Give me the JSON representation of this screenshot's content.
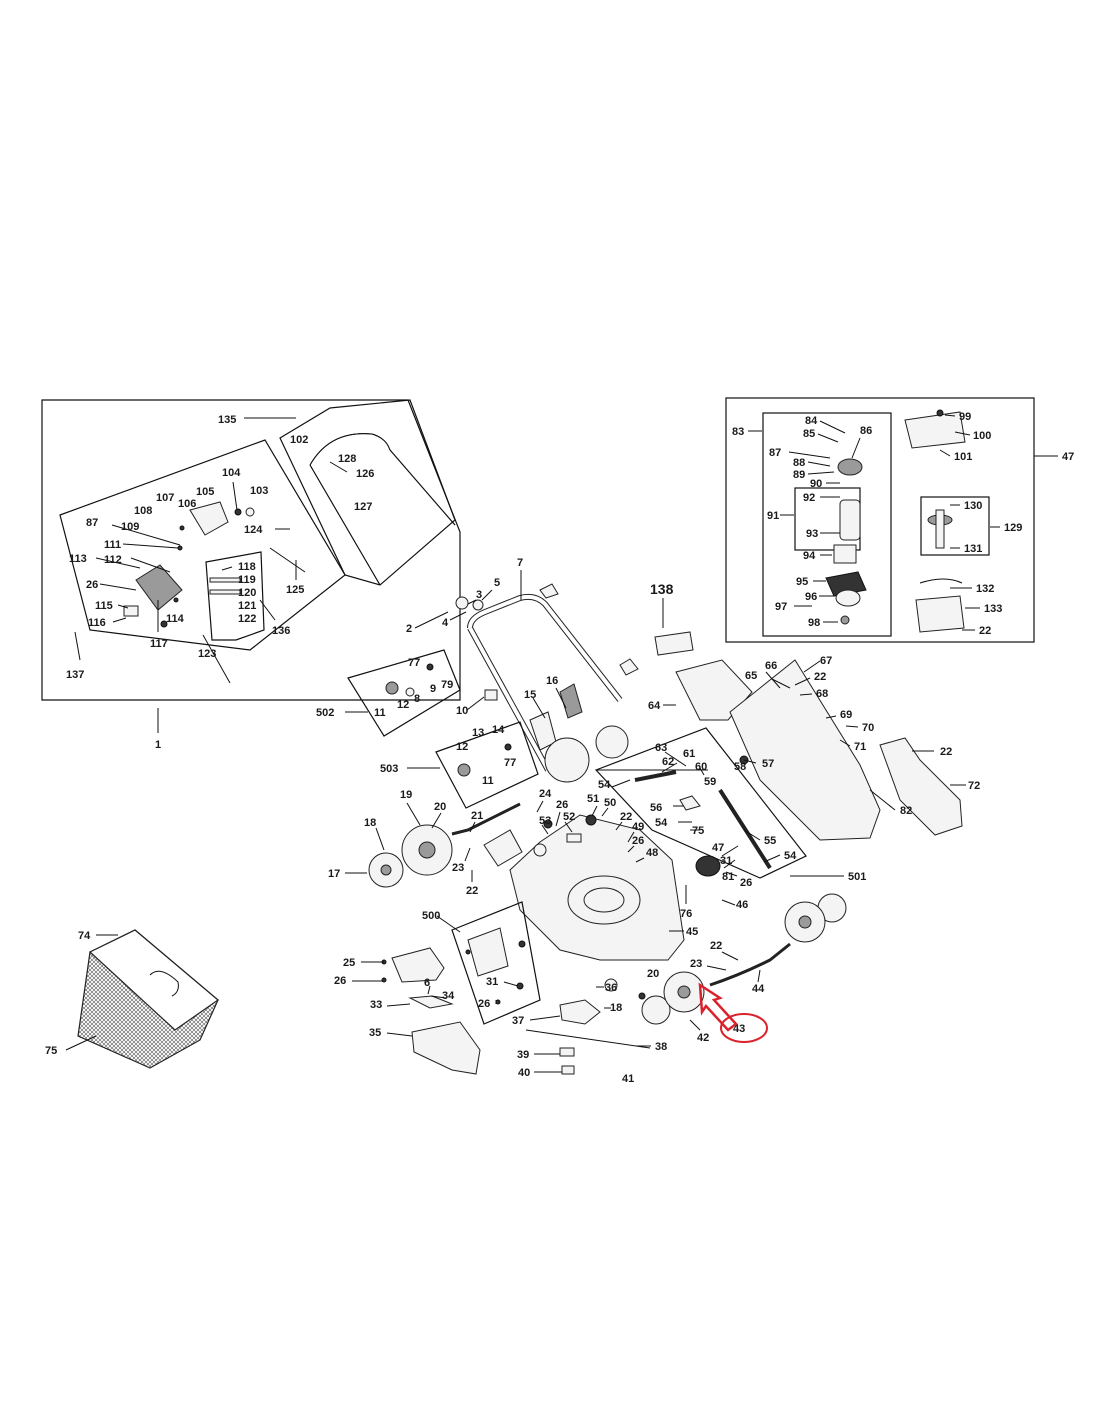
{
  "diagram": {
    "highlight_color": "#d9222b",
    "labels": {
      "l135": "135",
      "l102": "102",
      "l128": "128",
      "l126": "126",
      "l127": "127",
      "l104": "104",
      "l103": "103",
      "l105": "105",
      "l107": "107",
      "l108": "108",
      "l106": "106",
      "l87a": "87",
      "l109": "109",
      "l111": "111",
      "l113": "113",
      "l112": "112",
      "l26a": "26",
      "l115": "115",
      "l116": "116",
      "l114": "114",
      "l117": "117",
      "l124": "124",
      "l125": "125",
      "l118": "118",
      "l119": "119",
      "l120": "120",
      "l121": "121",
      "l122": "122",
      "l123": "123",
      "l136": "136",
      "l137": "137",
      "l1": "1",
      "l84": "84",
      "l85": "85",
      "l86": "86",
      "l87b": "87",
      "l88": "88",
      "l89": "89",
      "l90": "90",
      "l83": "83",
      "l91": "91",
      "l92": "92",
      "l93": "93",
      "l94": "94",
      "l95": "95",
      "l96": "96",
      "l97": "97",
      "l98": "98",
      "l99": "99",
      "l100": "100",
      "l101": "101",
      "l47a": "47",
      "l130": "130",
      "l129": "129",
      "l131": "131",
      "l132": "132",
      "l133": "133",
      "l22a": "22",
      "l138": "138",
      "l7": "7",
      "l5": "5",
      "l3": "3",
      "l4": "4",
      "l2": "2",
      "l77a": "77",
      "l9": "9",
      "l79": "79",
      "l8": "8",
      "l12a": "12",
      "l11a": "11",
      "l502": "502",
      "l10": "10",
      "l16": "16",
      "l15": "15",
      "l13": "13",
      "l14": "14",
      "l12b": "12",
      "l77b": "77",
      "l11b": "11",
      "l503": "503",
      "l64": "64",
      "l66": "66",
      "l67": "67",
      "l65": "65",
      "l22b": "22",
      "l68": "68",
      "l69": "69",
      "l70": "70",
      "l71": "71",
      "l22c": "22",
      "l72": "72",
      "l63": "63",
      "l61": "61",
      "l62": "62",
      "l54a": "54",
      "l60": "60",
      "l58": "58",
      "l59": "59",
      "l57": "57",
      "l56": "56",
      "l54b": "54",
      "l75": "75",
      "l55": "55",
      "l54c": "54",
      "l82": "82",
      "l47b": "47",
      "l31a": "31",
      "l26b": "26",
      "l81": "81",
      "l76": "76",
      "l46": "46",
      "l501": "501",
      "l19": "19",
      "l20a": "20",
      "l18a": "18",
      "l17": "17",
      "l21": "21",
      "l23a": "23",
      "l22d": "22",
      "l24": "24",
      "l26c": "26",
      "l51": "51",
      "l50": "50",
      "l53": "53",
      "l52": "52",
      "l22e": "22",
      "l49": "49",
      "l26d": "26",
      "l48": "48",
      "l45": "45",
      "l500": "500",
      "l25": "25",
      "l26e": "26",
      "l6": "6",
      "l34": "34",
      "l33": "33",
      "l35": "35",
      "l31b": "31",
      "l26f": "26",
      "l36": "36",
      "l37": "37",
      "l18b": "18",
      "l20b": "20",
      "l22f": "22",
      "l23b": "23",
      "l44": "44",
      "l42": "42",
      "l43": "43",
      "l38": "38",
      "l39": "39",
      "l40": "40",
      "l41": "41",
      "l74": "74",
      "l75b": "75"
    }
  }
}
